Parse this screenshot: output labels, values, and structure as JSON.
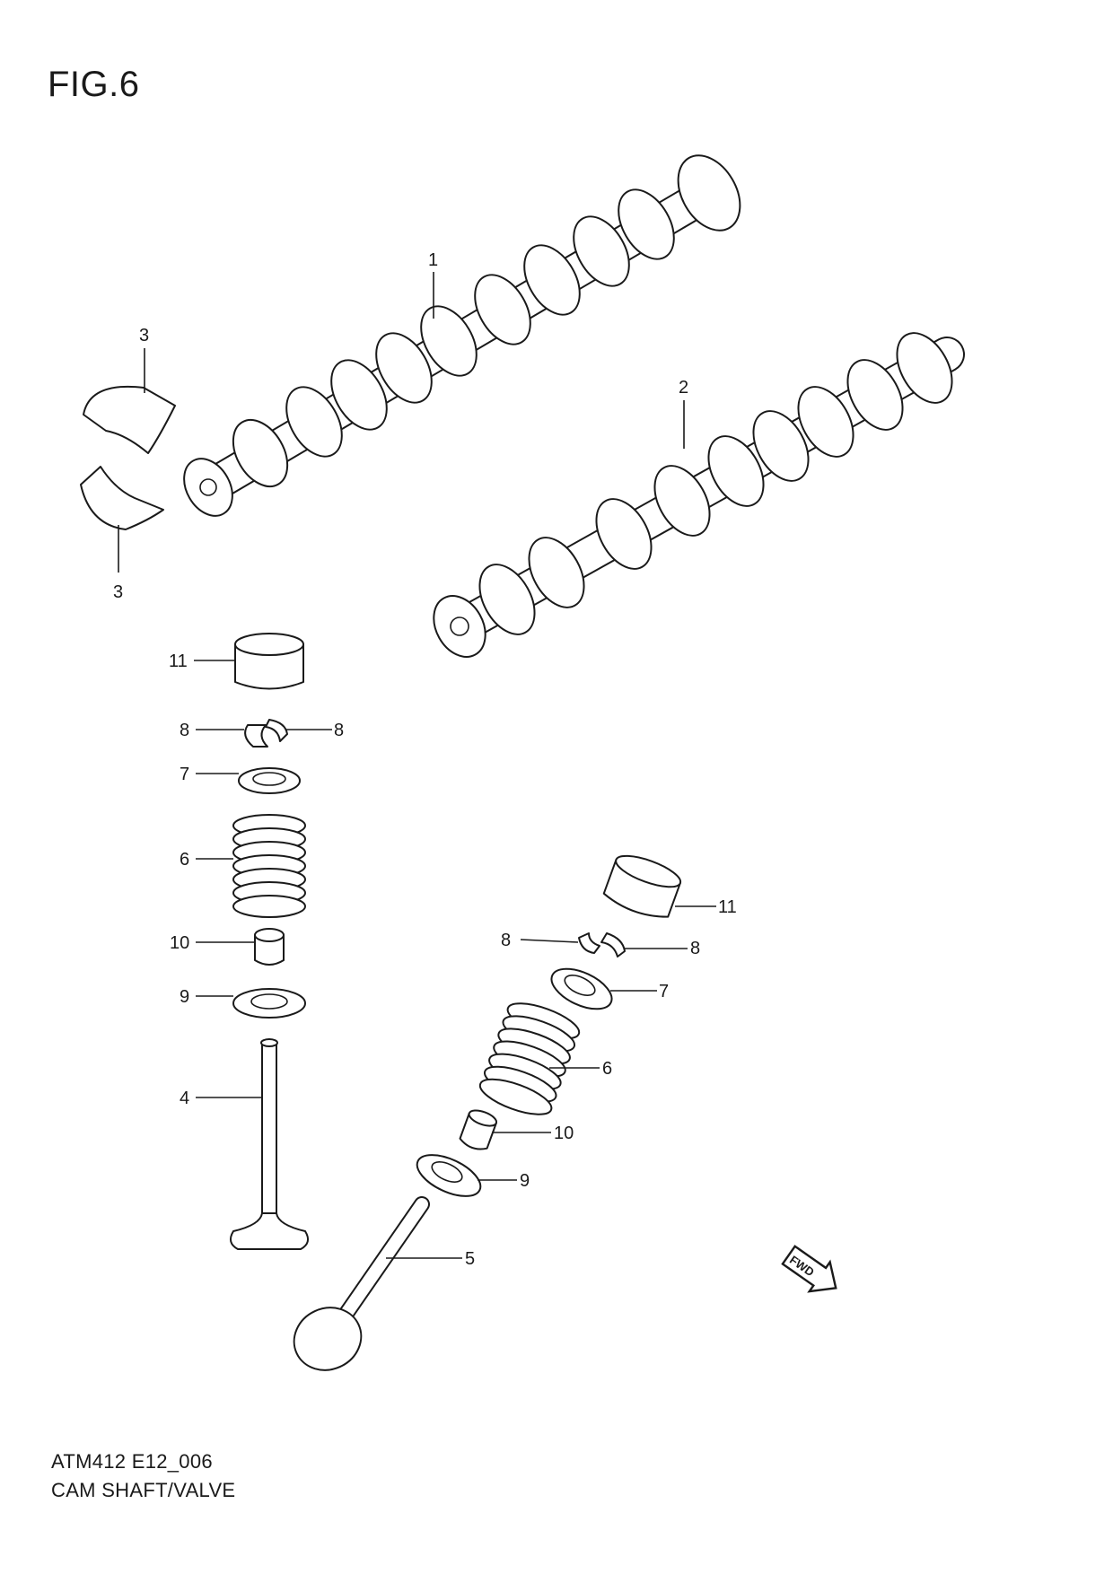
{
  "title": "FIG.6",
  "footer": {
    "code": "ATM412 E12_006",
    "caption": "CAM SHAFT/VALVE"
  },
  "direction_marker": "FWD",
  "callouts": {
    "camshaft_intake": "1",
    "camshaft_exhaust": "2",
    "bearing_upper": "3",
    "bearing_lower": "3",
    "valve_intake": "4",
    "valve_exhaust": "5",
    "spring_a": "6",
    "spring_b": "6",
    "retainer_a": "7",
    "retainer_b": "7",
    "cotter_a_left": "8",
    "cotter_a_right": "8",
    "cotter_b_left": "8",
    "cotter_b_right": "8",
    "seat_a": "9",
    "seat_b": "9",
    "seal_a": "10",
    "seal_b": "10",
    "tappet_a": "11",
    "tappet_b": "11"
  }
}
